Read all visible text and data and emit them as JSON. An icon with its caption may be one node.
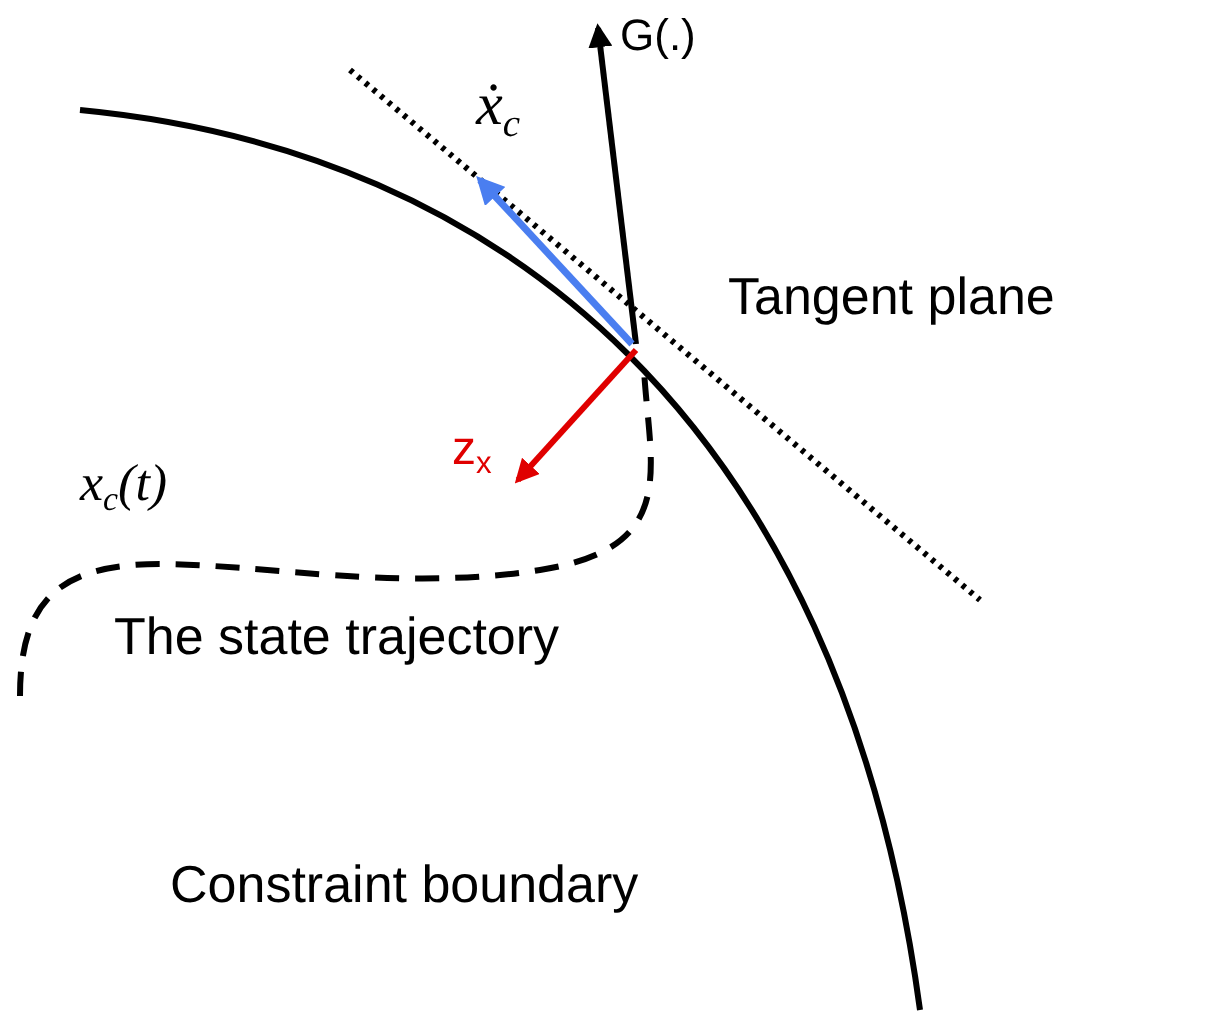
{
  "diagram": {
    "labels": [
      "G(.)",
      "ẋ$_{c}$",
      "Tangent plane",
      "z$_{x}$",
      "x$_{c}$(t)",
      "The state trajectory",
      "Constraint boundary"
    ]
  }
}
